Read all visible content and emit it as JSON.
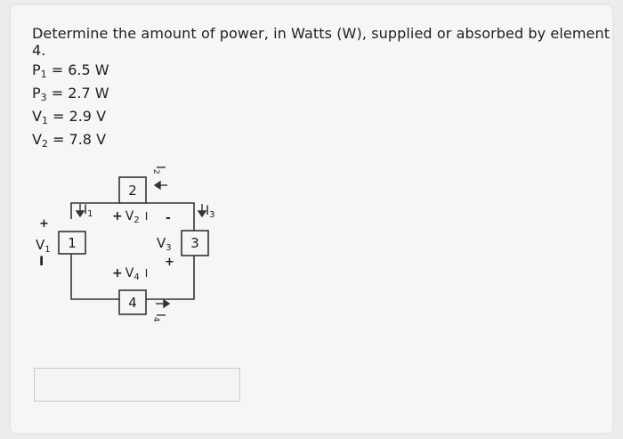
{
  "question": "Determine the amount of power, in Watts (W), supplied or absorbed by element 4.",
  "given": [
    {
      "var": "P",
      "sub": "1",
      "rest": " = 6.5 W"
    },
    {
      "var": "P",
      "sub": "3",
      "rest": " = 2.7 W"
    },
    {
      "var": "V",
      "sub": "1",
      "rest": " = 2.9 V"
    },
    {
      "var": "V",
      "sub": "2",
      "rest": " = 7.8 V"
    }
  ],
  "circuit": {
    "elements": [
      "1",
      "2",
      "3",
      "4"
    ],
    "voltages": {
      "v1": "V",
      "v1_sub": "1",
      "v2": "V",
      "v2_sub": "2",
      "v3": "V",
      "v3_sub": "3",
      "v4": "V",
      "v4_sub": "4"
    },
    "currents": {
      "i1": "I",
      "i1_sub": "1",
      "i2": "I",
      "i2_sub": "2",
      "i3": "I",
      "i3_sub": "3",
      "i4": "I",
      "i4_sub": "4"
    },
    "signs": {
      "plus": "+",
      "minus": "-",
      "tick": "I"
    }
  },
  "answer": {
    "value": ""
  }
}
